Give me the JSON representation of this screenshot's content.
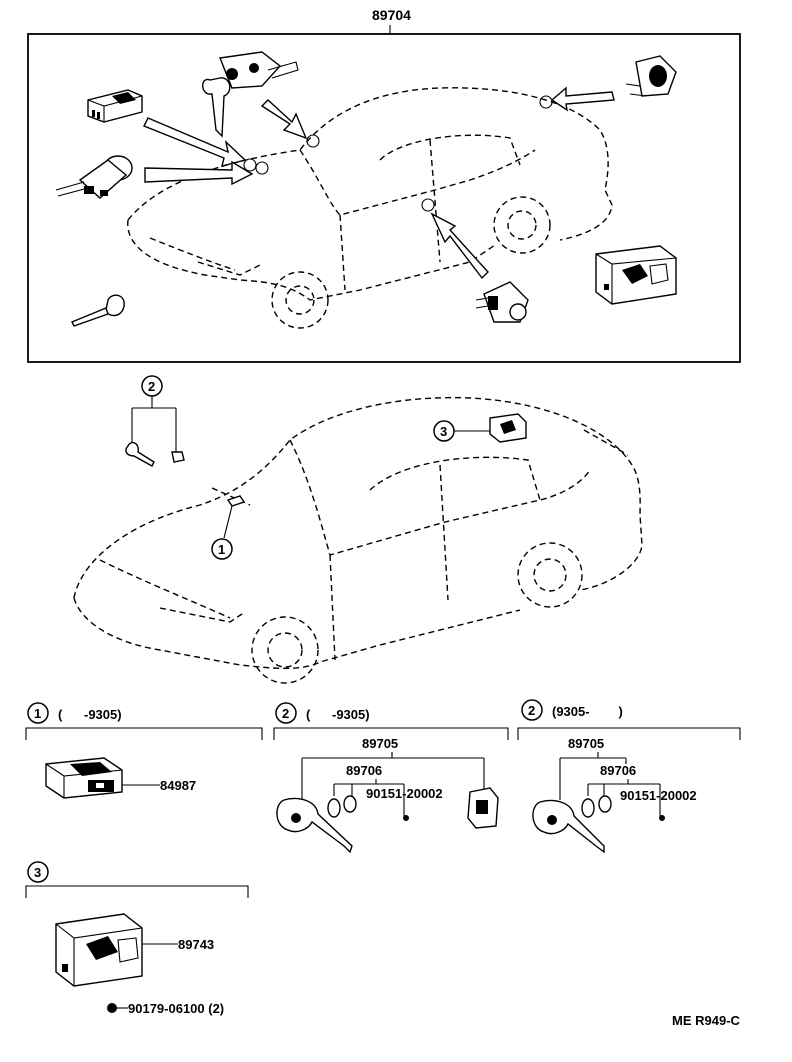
{
  "top_assembly": {
    "part_number": "89704"
  },
  "callouts": {
    "c1": "1",
    "c2": "2",
    "c3": "3"
  },
  "sections": [
    {
      "id": "1",
      "range": "(      -9305)",
      "parts": [
        {
          "number": "84987"
        }
      ]
    },
    {
      "id": "2",
      "range": "(      -9305)",
      "parts": [
        {
          "number": "89705"
        },
        {
          "number": "89706"
        },
        {
          "number": "90151-20002"
        }
      ]
    },
    {
      "id": "2",
      "range": "(9305-        )",
      "parts": [
        {
          "number": "89705"
        },
        {
          "number": "89706"
        },
        {
          "number": "90151-20002"
        }
      ]
    },
    {
      "id": "3",
      "range": "",
      "parts": [
        {
          "number": "89743"
        },
        {
          "number": "90179-06100 (2)"
        }
      ]
    }
  ],
  "footer": {
    "code": "ME R949-C"
  }
}
